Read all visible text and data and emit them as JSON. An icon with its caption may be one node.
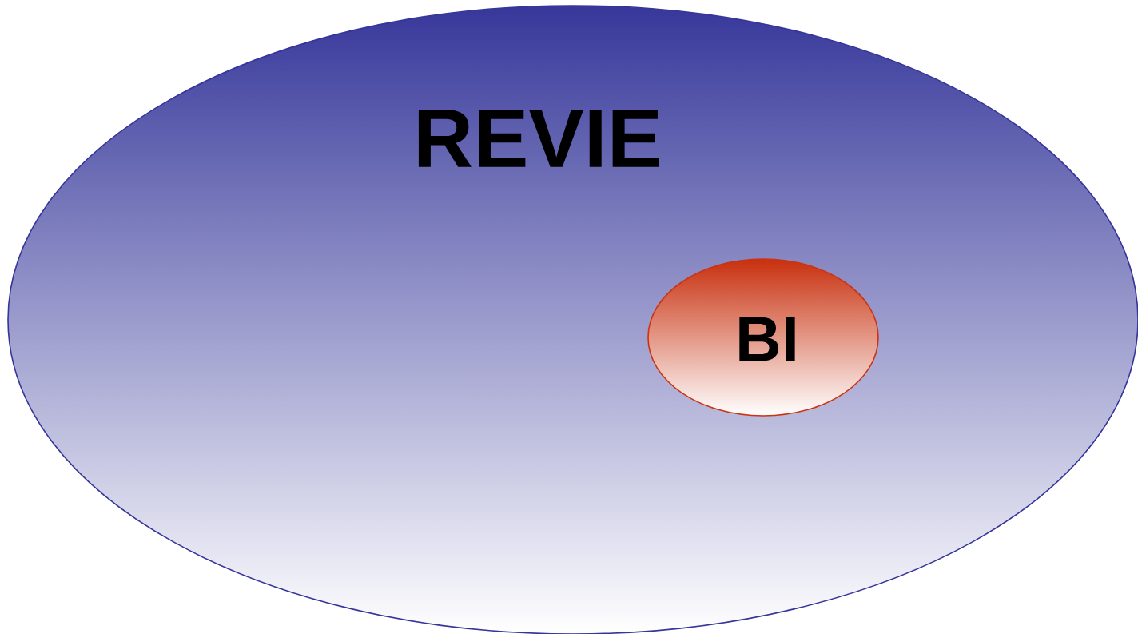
{
  "diagram": {
    "nodes": [
      {
        "text": [
          "REVIE"
        ]
      },
      {
        "text": [
          "BI"
        ],
        "in": 0
      }
    ]
  }
}
